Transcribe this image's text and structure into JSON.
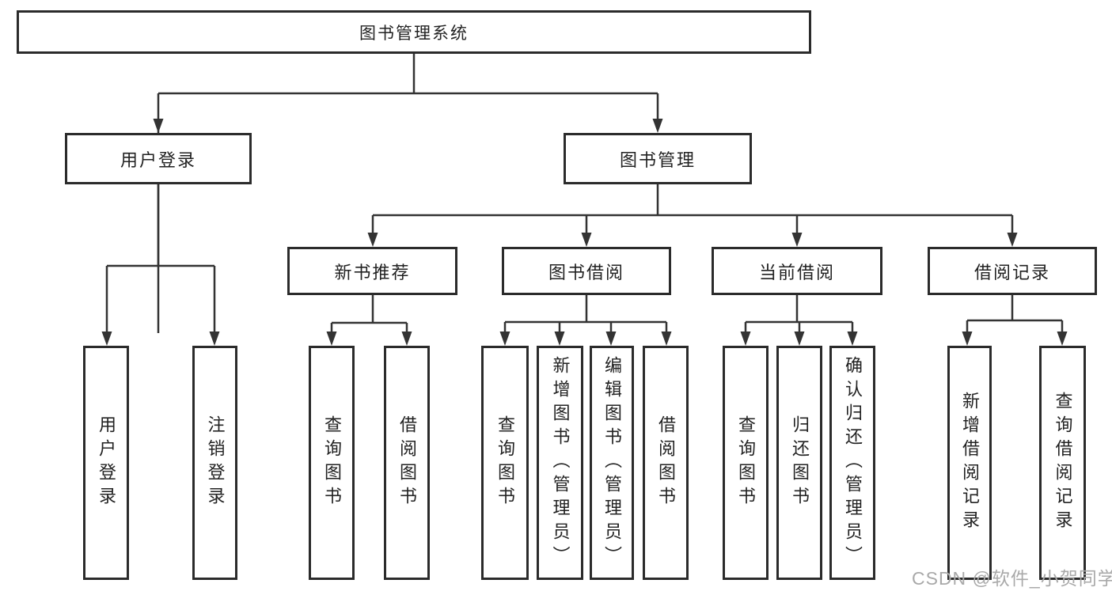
{
  "tree": {
    "root": "图书管理系统",
    "level2": [
      {
        "label": "用户登录"
      },
      {
        "label": "图书管理"
      }
    ],
    "level3": [
      {
        "label": "新书推荐"
      },
      {
        "label": "图书借阅"
      },
      {
        "label": "当前借阅"
      },
      {
        "label": "借阅记录"
      }
    ],
    "leaves": {
      "user": [
        "用户登录",
        "注销登录"
      ],
      "recommend": [
        "查询图书",
        "借阅图书"
      ],
      "borrow": [
        "查询图书",
        "新增图书（管理员）",
        "编辑图书（管理员）",
        "借阅图书"
      ],
      "current": [
        "查询图书",
        "归还图书",
        "确认归还（管理员）"
      ],
      "records": [
        "新增借阅记录",
        "查询借阅记录"
      ]
    }
  },
  "watermark": {
    "text": "CSDN @软件_小贺同学"
  },
  "colors": {
    "line": "#333333",
    "border": "#2b2b2b",
    "text": "#222222",
    "watermark": "#a9a9a9"
  }
}
